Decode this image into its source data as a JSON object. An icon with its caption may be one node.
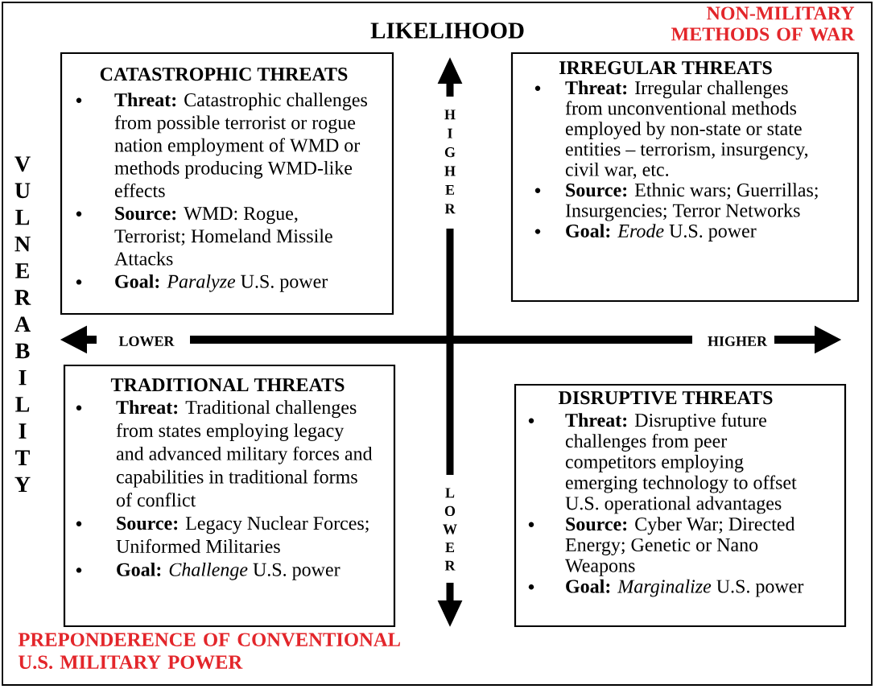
{
  "diagram": {
    "nodes": [
      {
        "text": [
          "CATASTROPHIC THREATS",
          "**Threat:** Catastrophic challenges from possible terrorist or rogue nation employment of WMD or methods producing WMD-like effects",
          "**Source:** WMD: Rogue, Terrorist; Homeland Missile Attacks",
          "**Goal:** *Paralyze* U.S. power"
        ]
      },
      {
        "text": [
          "IRREGULAR THREATS",
          "**Threat:** Irregular challenges from unconventional methods employed by non-state or state entities – terrorism, insurgency, civil war, etc.",
          "**Source:** Ethnic wars; Guerrillas; Insurgencies; Terror Networks",
          "**Goal:** *Erode* U.S. power"
        ],
        "beside": [
          "NON-MILITARY METHODS OF WAR"
        ]
      },
      {
        "text": [
          "TRADITIONAL THREATS",
          "**Threat:** Traditional challenges from states employing legacy and advanced military forces and capabilities in traditional forms of conflict",
          "**Source:** Legacy Nuclear Forces; Uniformed Militaries",
          "**Goal:** *Challenge* U.S. power"
        ],
        "beside": [
          "PREPONDERENCE OF CONVENTIONAL U.S. MILITARY POWER"
        ]
      },
      {
        "text": [
          "DISRUPTIVE THREATS",
          "**Threat:** Disruptive future challenges from peer competitors employing emerging technology to offset U.S. operational advantages",
          "**Source:** Cyber War; Directed Energy; Genetic or Nano Weapons",
          "**Goal:** *Marginalize* U.S. power"
        ]
      }
    ],
    "labels": [
      "LIKELIHOOD",
      "HIGHER",
      "VULNERABILITY",
      "LOWER",
      "HIGHER",
      "LOWER"
    ]
  }
}
